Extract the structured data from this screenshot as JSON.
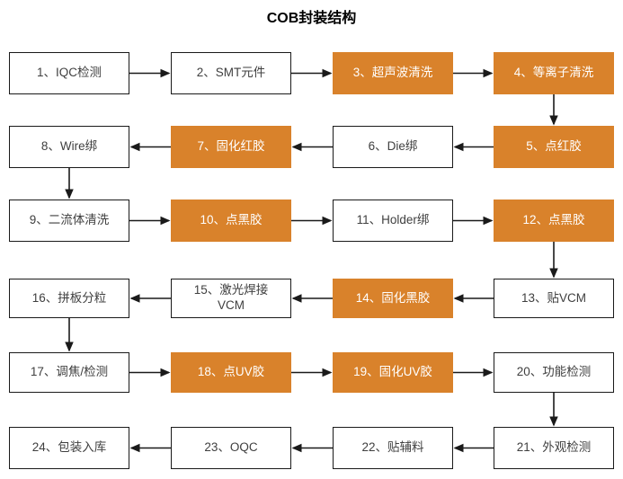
{
  "title": "COB封装结构",
  "colors": {
    "accent": "#d9822b",
    "box_border": "#1a1a1a",
    "box_text": "#3f3f3f",
    "accent_text": "#ffffff",
    "arrow": "#1a1a1a",
    "background": "#ffffff"
  },
  "chart_data": {
    "type": "diagram",
    "title": "COB封装结构",
    "layout": "serpentine-grid",
    "rows": 6,
    "columns": 4,
    "nodes": [
      {
        "step": 1,
        "label": "1、IQC检测",
        "style": "plain",
        "row": 1,
        "col": 1
      },
      {
        "step": 2,
        "label": "2、SMT元件",
        "style": "plain",
        "row": 1,
        "col": 2
      },
      {
        "step": 3,
        "label": "3、超声波清洗",
        "style": "accent",
        "row": 1,
        "col": 3
      },
      {
        "step": 4,
        "label": "4、等离子清洗",
        "style": "accent",
        "row": 1,
        "col": 4
      },
      {
        "step": 5,
        "label": "5、点红胶",
        "style": "accent",
        "row": 2,
        "col": 4
      },
      {
        "step": 6,
        "label": "6、Die绑",
        "style": "plain",
        "row": 2,
        "col": 3
      },
      {
        "step": 7,
        "label": "7、固化红胶",
        "style": "accent",
        "row": 2,
        "col": 2
      },
      {
        "step": 8,
        "label": "8、Wire绑",
        "style": "plain",
        "row": 2,
        "col": 1
      },
      {
        "step": 9,
        "label": "9、二流体清洗",
        "style": "plain",
        "row": 3,
        "col": 1
      },
      {
        "step": 10,
        "label": "10、点黑胶",
        "style": "accent",
        "row": 3,
        "col": 2
      },
      {
        "step": 11,
        "label": "11、Holder绑",
        "style": "plain",
        "row": 3,
        "col": 3
      },
      {
        "step": 12,
        "label": "12、点黑胶",
        "style": "accent",
        "row": 3,
        "col": 4
      },
      {
        "step": 13,
        "label": "13、贴VCM",
        "style": "plain",
        "row": 4,
        "col": 4
      },
      {
        "step": 14,
        "label": "14、固化黑胶",
        "style": "accent",
        "row": 4,
        "col": 3
      },
      {
        "step": 15,
        "label": "15、激光焊接\nVCM",
        "style": "plain",
        "row": 4,
        "col": 2
      },
      {
        "step": 16,
        "label": "16、拼板分粒",
        "style": "plain",
        "row": 4,
        "col": 1
      },
      {
        "step": 17,
        "label": "17、调焦/检测",
        "style": "plain",
        "row": 5,
        "col": 1
      },
      {
        "step": 18,
        "label": "18、点UV胶",
        "style": "accent",
        "row": 5,
        "col": 2
      },
      {
        "step": 19,
        "label": "19、固化UV胶",
        "style": "accent",
        "row": 5,
        "col": 3
      },
      {
        "step": 20,
        "label": "20、功能检测",
        "style": "plain",
        "row": 5,
        "col": 4
      },
      {
        "step": 21,
        "label": "21、外观检测",
        "style": "plain",
        "row": 6,
        "col": 4
      },
      {
        "step": 22,
        "label": "22、贴辅料",
        "style": "plain",
        "row": 6,
        "col": 3
      },
      {
        "step": 23,
        "label": "23、OQC",
        "style": "plain",
        "row": 6,
        "col": 2
      },
      {
        "step": 24,
        "label": "24、包装入库",
        "style": "plain",
        "row": 6,
        "col": 1
      }
    ],
    "edges": [
      {
        "from": 1,
        "to": 2,
        "direction": "right"
      },
      {
        "from": 2,
        "to": 3,
        "direction": "right"
      },
      {
        "from": 3,
        "to": 4,
        "direction": "right"
      },
      {
        "from": 4,
        "to": 5,
        "direction": "down"
      },
      {
        "from": 5,
        "to": 6,
        "direction": "left"
      },
      {
        "from": 6,
        "to": 7,
        "direction": "left"
      },
      {
        "from": 7,
        "to": 8,
        "direction": "left"
      },
      {
        "from": 8,
        "to": 9,
        "direction": "down"
      },
      {
        "from": 9,
        "to": 10,
        "direction": "right"
      },
      {
        "from": 10,
        "to": 11,
        "direction": "right"
      },
      {
        "from": 11,
        "to": 12,
        "direction": "right"
      },
      {
        "from": 12,
        "to": 13,
        "direction": "down"
      },
      {
        "from": 13,
        "to": 14,
        "direction": "left"
      },
      {
        "from": 14,
        "to": 15,
        "direction": "left"
      },
      {
        "from": 15,
        "to": 16,
        "direction": "left"
      },
      {
        "from": 16,
        "to": 17,
        "direction": "down"
      },
      {
        "from": 17,
        "to": 18,
        "direction": "right"
      },
      {
        "from": 18,
        "to": 19,
        "direction": "right"
      },
      {
        "from": 19,
        "to": 20,
        "direction": "right"
      },
      {
        "from": 20,
        "to": 21,
        "direction": "down"
      },
      {
        "from": 21,
        "to": 22,
        "direction": "left"
      },
      {
        "from": 22,
        "to": 23,
        "direction": "left"
      },
      {
        "from": 23,
        "to": 24,
        "direction": "left"
      }
    ]
  }
}
